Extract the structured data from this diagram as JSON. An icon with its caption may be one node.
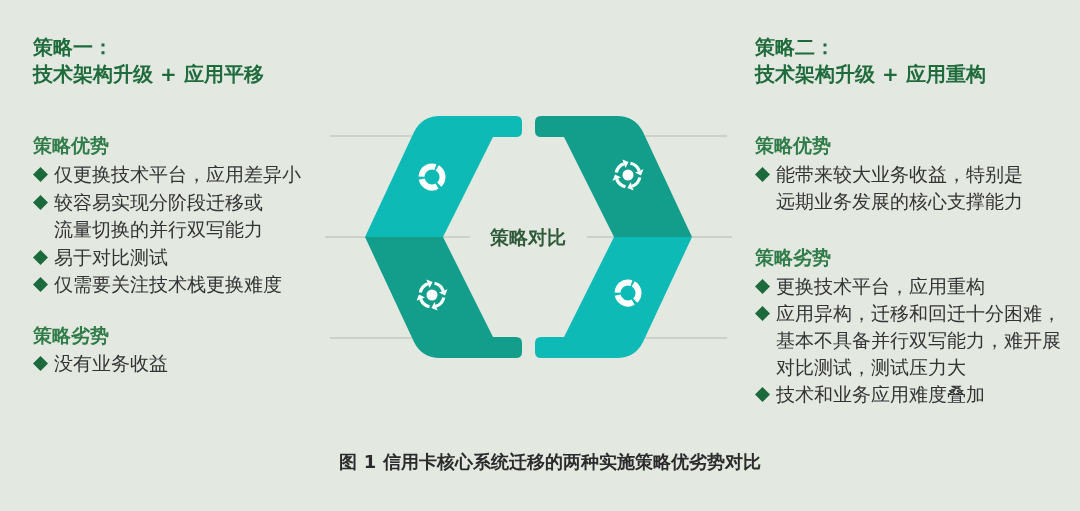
{
  "diagram": {
    "caption": "图 1 信用卡核心系统迁移的两种实施策略优劣势对比",
    "labels": [
      "策略一：",
      "技术架构升级 + 应用平移",
      "策略优势",
      "仅更换技术平台，应用差异小",
      "较容易实现分阶段迁移或流量切换的并行双写能力",
      "易于对比测试",
      "仅需要关注技术栈更换难度",
      "策略劣势",
      "没有业务收益",
      "策略对比",
      "策略二：",
      "技术架构升级 + 应用重构",
      "策略优势",
      "能带来较大业务收益，特别是远期业务发展的核心支撑能力",
      "策略劣势",
      "更换技术平台，应用重构",
      "应用异构，迁移和回迁十分困难，基本不具备并行双写能力，难开展对比测试，测试压力大",
      "技术和业务应用难度叠加"
    ]
  }
}
